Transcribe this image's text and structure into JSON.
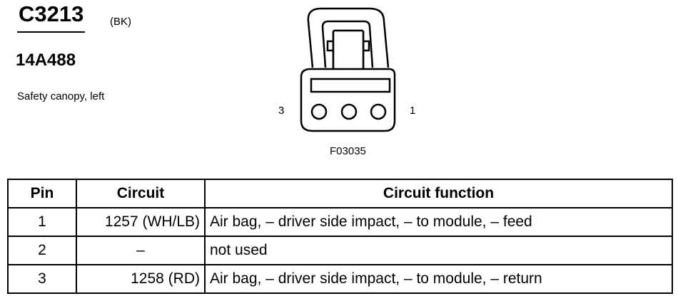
{
  "connector": {
    "id": "C3213",
    "color_code": "(BK)",
    "part_number": "14A488",
    "description": "Safety canopy, left"
  },
  "diagram": {
    "pin_label_left": "3",
    "pin_label_right": "1",
    "figure_code": "F03035"
  },
  "table": {
    "headers": {
      "pin": "Pin",
      "circuit": "Circuit",
      "function": "Circuit function"
    },
    "rows": [
      {
        "pin": "1",
        "circuit": "1257 (WH/LB)",
        "function": "Air bag, – driver side impact, – to module, – feed"
      },
      {
        "pin": "2",
        "circuit": "–",
        "function": "not used"
      },
      {
        "pin": "3",
        "circuit": "1258 (RD)",
        "function": "Air bag, – driver side impact, – to module, – return"
      }
    ]
  }
}
